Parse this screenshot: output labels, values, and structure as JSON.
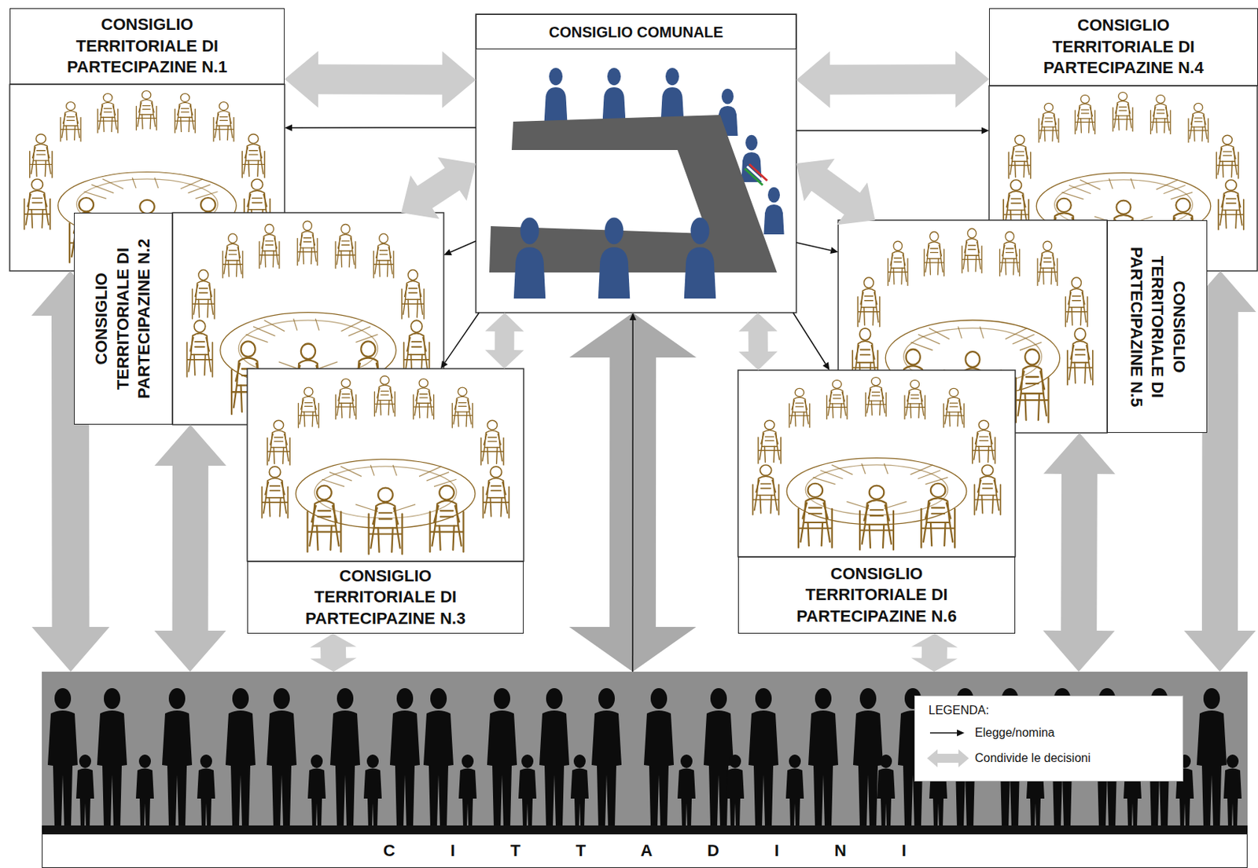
{
  "diagram": {
    "nodes": [
      {
        "text": [
          "CONSIGLIO COMUNALE"
        ]
      },
      {
        "text": [
          "CONSIGLIO TERRITORIALE DI PARTECIPAZINE N.1"
        ]
      },
      {
        "text": [
          "CONSIGLIO TERRITORIALE DI PARTECIPAZINE N.2"
        ]
      },
      {
        "text": [
          "CONSIGLIO TERRITORIALE DI PARTECIPAZINE N.3"
        ]
      },
      {
        "text": [
          "CONSIGLIO TERRITORIALE DI PARTECIPAZINE N.4"
        ]
      },
      {
        "text": [
          "CONSIGLIO TERRITORIALE DI PARTECIPAZINE N.5"
        ]
      },
      {
        "text": [
          "CONSIGLIO TERRITORIALE DI PARTECIPAZINE N.6"
        ]
      },
      {
        "text": [
          "C I T T A D I N I"
        ]
      }
    ],
    "edges": [
      {
        "from": 0,
        "to": 1,
        "arrow": "to"
      },
      {
        "from": 0,
        "to": 2,
        "arrow": "to"
      },
      {
        "from": 0,
        "to": 3,
        "arrow": "to"
      },
      {
        "from": 0,
        "to": 4,
        "arrow": "to"
      },
      {
        "from": 0,
        "to": 5,
        "arrow": "to"
      },
      {
        "from": 0,
        "to": 6,
        "arrow": "to"
      },
      {
        "from": 7,
        "to": 0,
        "arrow": "to"
      },
      {
        "from": 0,
        "to": 1,
        "arrow": "both"
      },
      {
        "from": 0,
        "to": 4,
        "arrow": "both"
      },
      {
        "from": 0,
        "to": 2,
        "arrow": "both"
      },
      {
        "from": 0,
        "to": 5,
        "arrow": "both"
      },
      {
        "from": 0,
        "to": 3,
        "arrow": "both"
      },
      {
        "from": 0,
        "to": 6,
        "arrow": "both"
      },
      {
        "from": 7,
        "to": 0,
        "arrow": "both"
      },
      {
        "from": 7,
        "to": 1,
        "arrow": "both"
      },
      {
        "from": 7,
        "to": 2,
        "arrow": "both"
      },
      {
        "from": 7,
        "to": 3,
        "arrow": "both"
      },
      {
        "from": 7,
        "to": 6,
        "arrow": "both"
      },
      {
        "from": 7,
        "to": 5,
        "arrow": "both"
      },
      {
        "from": 7,
        "to": 4,
        "arrow": "both"
      }
    ],
    "labels": [
      "LEGENDA:"
    ],
    "legend": [
      {
        "text": "Elegge/nomina"
      },
      {
        "text": "Condivide le decisioni"
      }
    ]
  }
}
